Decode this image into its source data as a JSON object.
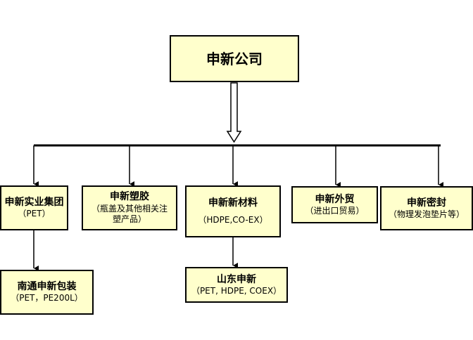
{
  "root": {
    "title": "申新公司"
  },
  "subsidiaries": [
    {
      "title": "申新实业集团",
      "sub": "（PET）"
    },
    {
      "title": "申新塑胶",
      "sub": "（瓶盖及其他相关注塑产品）"
    },
    {
      "title": "申新新材料",
      "sub": "（HDPE,CO-EX）"
    },
    {
      "title": "申新外贸",
      "sub": "（进出口贸易）"
    },
    {
      "title": "申新密封",
      "sub": "（物理发泡垫片等）"
    }
  ],
  "children": [
    {
      "title": "南通申新包装",
      "sub": "（PET，PE200L）"
    },
    {
      "title": "山东申新",
      "sub": "（PET, HDPE, COEX）"
    }
  ]
}
